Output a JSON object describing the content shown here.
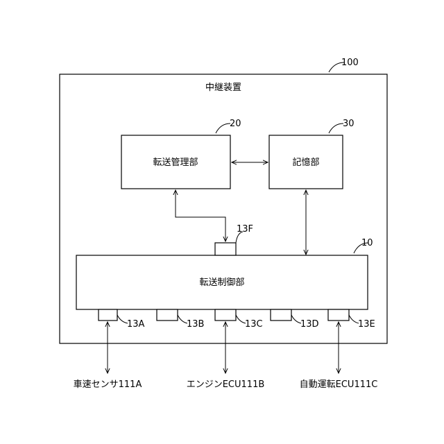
{
  "device": {
    "title": "中継装置",
    "ref": "100"
  },
  "transfer_management": {
    "label": "転送管理部",
    "ref": "20"
  },
  "storage": {
    "label": "記憶部",
    "ref": "30"
  },
  "transfer_control": {
    "label": "転送制御部",
    "ref": "10"
  },
  "ports": {
    "a": "13A",
    "b": "13B",
    "c": "13C",
    "d": "13D",
    "e": "13E",
    "f": "13F"
  },
  "external": {
    "vehicle_speed_sensor": "車速センサ111A",
    "engine_ecu": "エンジンECU111B",
    "autonomous_driving_ecu": "自動運転ECU111C"
  }
}
